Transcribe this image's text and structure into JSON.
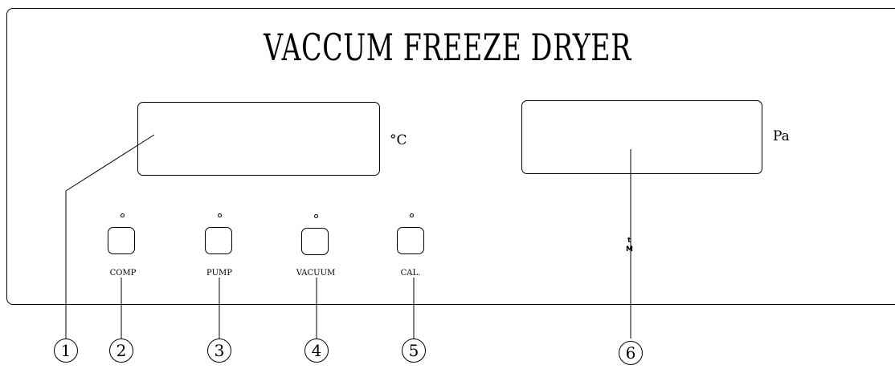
{
  "title": "VACCUM FREEZE DRYER",
  "temperature_display": {
    "unit": "°C"
  },
  "pressure_display": {
    "unit": "Pa"
  },
  "buttons": [
    {
      "label": "COMP"
    },
    {
      "label": "PUMP"
    },
    {
      "label": "VACUUM"
    },
    {
      "label": "CAL."
    }
  ],
  "callouts": [
    "1",
    "2",
    "3",
    "4",
    "5",
    "6"
  ],
  "stray_marks": [
    "t",
    "M"
  ]
}
